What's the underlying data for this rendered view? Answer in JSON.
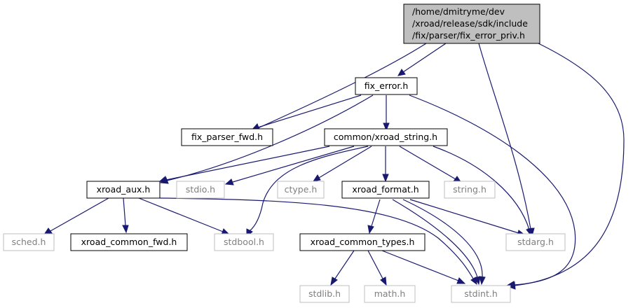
{
  "colors": {
    "edge": "#191970",
    "root_fill": "#bfbfbf",
    "node_border": "#000000",
    "missing_border": "#bfbfbf",
    "missing_text": "#7f7f7f",
    "text": "#000000"
  },
  "root": {
    "lines": [
      "/home/dmitryme/dev",
      "/xroad/release/sdk/include",
      "/fix/parser/fix_error_priv.h"
    ]
  },
  "nodes": {
    "fix_error": "fix_error.h",
    "fix_parser_fwd": "fix_parser_fwd.h",
    "xroad_string": "common/xroad_string.h",
    "xroad_aux": "xroad_aux.h",
    "stdio": "stdio.h",
    "ctype": "ctype.h",
    "xroad_format": "xroad_format.h",
    "string": "string.h",
    "sched": "sched.h",
    "xroad_common_fwd": "xroad_common_fwd.h",
    "stdbool": "stdbool.h",
    "xroad_common_types": "xroad_common_types.h",
    "stdarg": "stdarg.h",
    "stdlib": "stdlib.h",
    "math": "math.h",
    "stdint": "stdint.h"
  }
}
